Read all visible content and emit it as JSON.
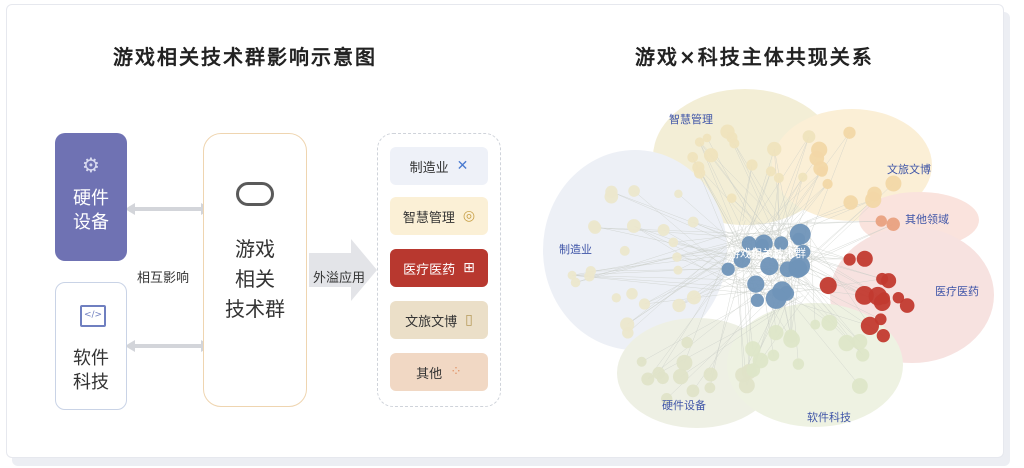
{
  "left": {
    "title": "游戏相关技术群影响示意图",
    "hardware": {
      "line1": "硬件",
      "line2": "设备",
      "icon": "gear-icon"
    },
    "software": {
      "line1": "软件",
      "line2": "科技",
      "icon": "code-window-icon"
    },
    "core": {
      "line1": "游戏",
      "line2": "相关",
      "line3": "技术群",
      "icon": "gamepad-icon"
    },
    "interact_label": "相互影响",
    "spill_label": "外溢应用",
    "apps": [
      {
        "label": "制造业",
        "icon": "tools-icon",
        "color": "#eef1f8"
      },
      {
        "label": "智慧管理",
        "icon": "brain-chat-icon",
        "color": "#fbf0d6"
      },
      {
        "label": "医疗医药",
        "icon": "medical-kit-icon",
        "color": "#b8382f"
      },
      {
        "label": "文旅文博",
        "icon": "lantern-icon",
        "color": "#ebdfc8"
      },
      {
        "label": "其他",
        "icon": "grid-dots-icon",
        "color": "#f1d8c4"
      }
    ]
  },
  "right": {
    "title": "游戏×科技主体共现关系",
    "clusters": [
      {
        "label": "智慧管理",
        "color": "#f3eed6"
      },
      {
        "label": "文旅文博",
        "color": "#fbefd6"
      },
      {
        "label": "其他领域",
        "color": "#fae3dd"
      },
      {
        "label": "制造业",
        "color": "#edf0f6"
      },
      {
        "label": "医疗医药",
        "color": "#f7e2e0"
      },
      {
        "label": "硬件设备",
        "color": "#eef0e4"
      },
      {
        "label": "软件科技",
        "color": "#eef2e2"
      }
    ],
    "center_label": "游戏相关技术群"
  }
}
